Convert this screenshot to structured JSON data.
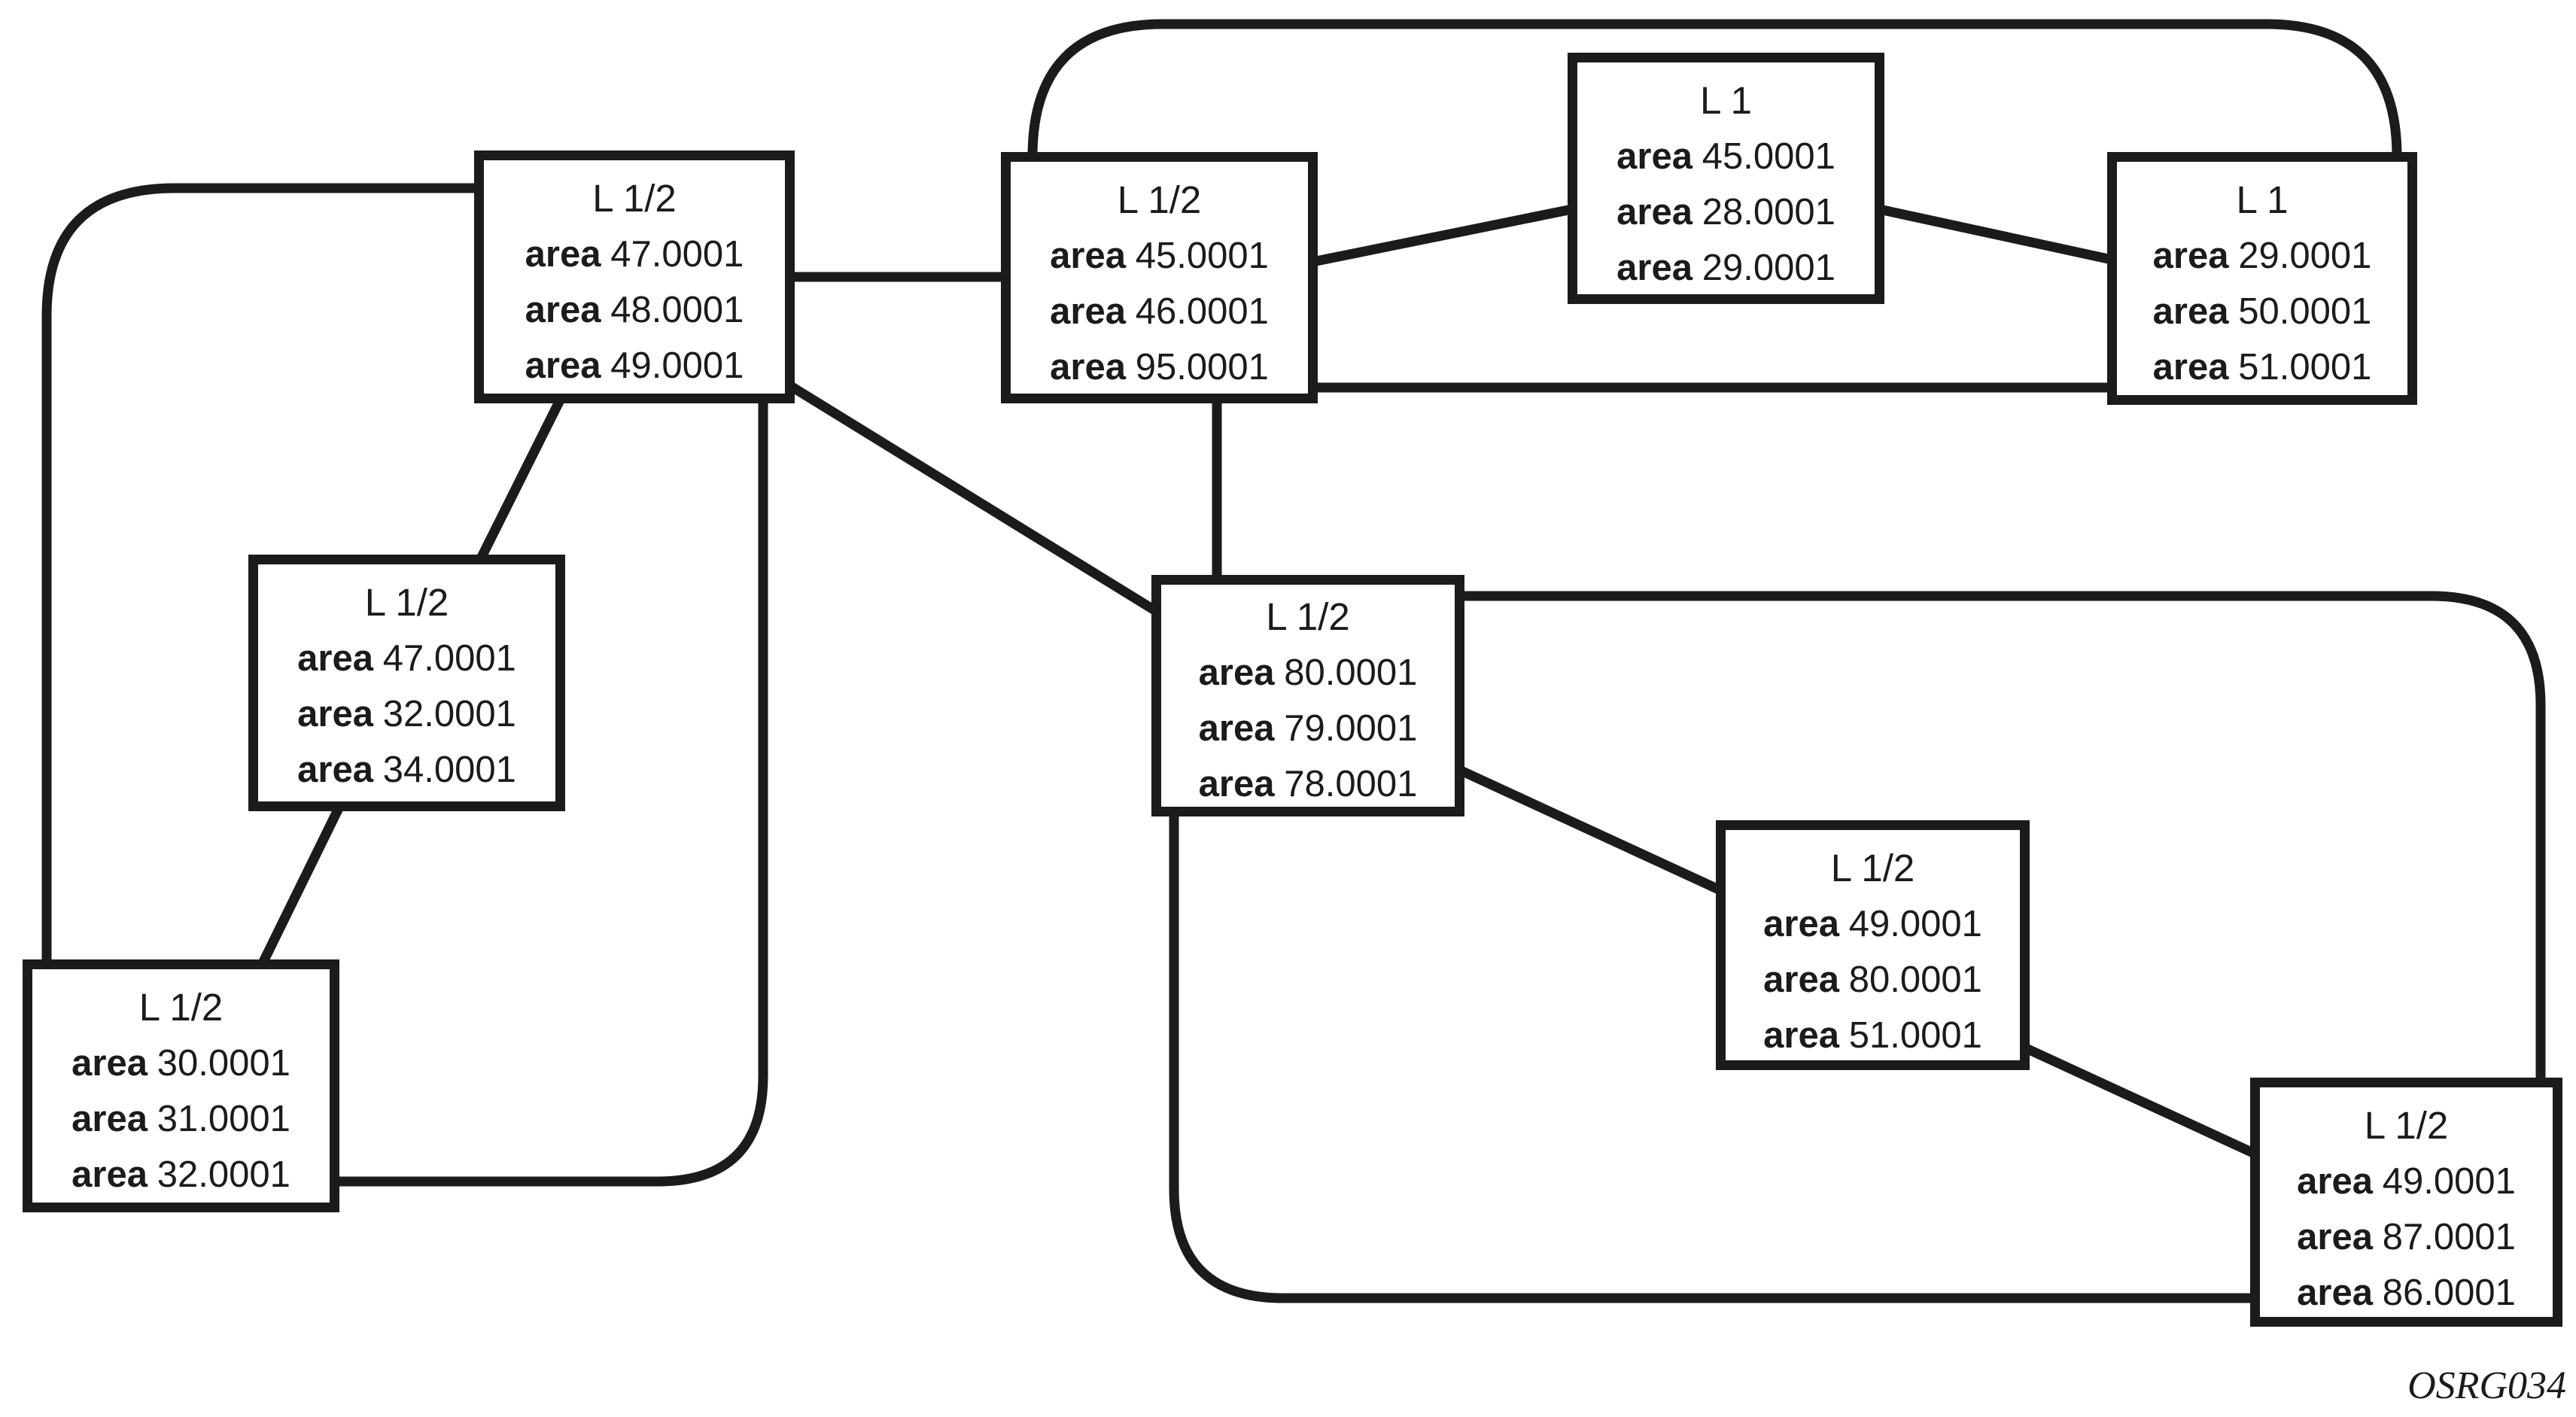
{
  "figure_label": "OSRG034",
  "labels": {
    "area_keyword": "area"
  },
  "nodes": [
    {
      "id": "n1",
      "level": "L 1/2",
      "areas": [
        "47.0001",
        "48.0001",
        "49.0001"
      ]
    },
    {
      "id": "n2",
      "level": "L 1/2",
      "areas": [
        "45.0001",
        "46.0001",
        "95.0001"
      ]
    },
    {
      "id": "n3",
      "level": "L 1",
      "areas": [
        "45.0001",
        "28.0001",
        "29.0001"
      ]
    },
    {
      "id": "n4",
      "level": "L 1",
      "areas": [
        "29.0001",
        "50.0001",
        "51.0001"
      ]
    },
    {
      "id": "n5",
      "level": "L 1/2",
      "areas": [
        "47.0001",
        "32.0001",
        "34.0001"
      ]
    },
    {
      "id": "n6",
      "level": "L 1/2",
      "areas": [
        "30.0001",
        "31.0001",
        "32.0001"
      ]
    },
    {
      "id": "n7",
      "level": "L 1/2",
      "areas": [
        "80.0001",
        "79.0001",
        "78.0001"
      ]
    },
    {
      "id": "n8",
      "level": "L 1/2",
      "areas": [
        "49.0001",
        "80.0001",
        "51.0001"
      ]
    },
    {
      "id": "n9",
      "level": "L 1/2",
      "areas": [
        "49.0001",
        "87.0001",
        "86.0001"
      ]
    }
  ],
  "links": [
    {
      "from": "n1",
      "to": "n6",
      "route": "left-loop"
    },
    {
      "from": "n1",
      "to": "n2",
      "route": "straight"
    },
    {
      "from": "n1",
      "to": "n5",
      "route": "straight"
    },
    {
      "from": "n1",
      "to": "n6",
      "route": "bottom-loop"
    },
    {
      "from": "n1",
      "to": "n7",
      "route": "straight"
    },
    {
      "from": "n5",
      "to": "n6",
      "route": "straight"
    },
    {
      "from": "n2",
      "to": "n4",
      "route": "top-arc"
    },
    {
      "from": "n2",
      "to": "n3",
      "route": "straight"
    },
    {
      "from": "n3",
      "to": "n4",
      "route": "straight"
    },
    {
      "from": "n2",
      "to": "n4",
      "route": "low-horizontal"
    },
    {
      "from": "n2",
      "to": "n7",
      "route": "straight"
    },
    {
      "from": "n7",
      "to": "n9",
      "route": "right-loop"
    },
    {
      "from": "n7",
      "to": "n8",
      "route": "straight"
    },
    {
      "from": "n7",
      "to": "n9",
      "route": "bottom-loop"
    },
    {
      "from": "n8",
      "to": "n9",
      "route": "straight"
    }
  ]
}
